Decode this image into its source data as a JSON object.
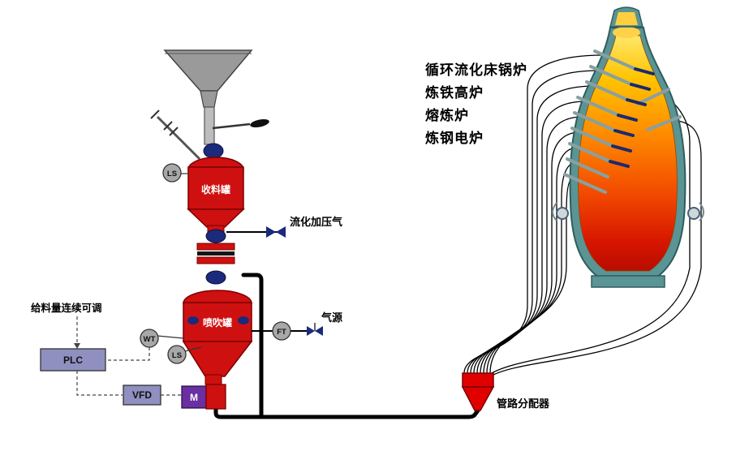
{
  "labels": {
    "feed_note": "给料量连续可调",
    "plc": "PLC",
    "vfd": "VFD",
    "motor": "M",
    "wt": "WT",
    "ls_top": "LS",
    "ls_bottom": "LS",
    "ft": "FT",
    "receiving_tank": "收料罐",
    "injection_tank": "喷吹罐",
    "fluidizing_gas": "流化加压气",
    "gas_source": "气源",
    "distributor": "管路分配器"
  },
  "applications": [
    "循环流化床锅炉",
    "炼铁高炉",
    "熔炼炉",
    "炼钢电炉"
  ],
  "colors": {
    "vessel_red": "#cf1010",
    "valve_navy": "#1b2a7b",
    "furnace_shell_teal": "#5a9494",
    "control_box": "#8f8fc0",
    "motor_purple": "#6a2fa0",
    "hopper_gray": "#9a9a9a"
  }
}
